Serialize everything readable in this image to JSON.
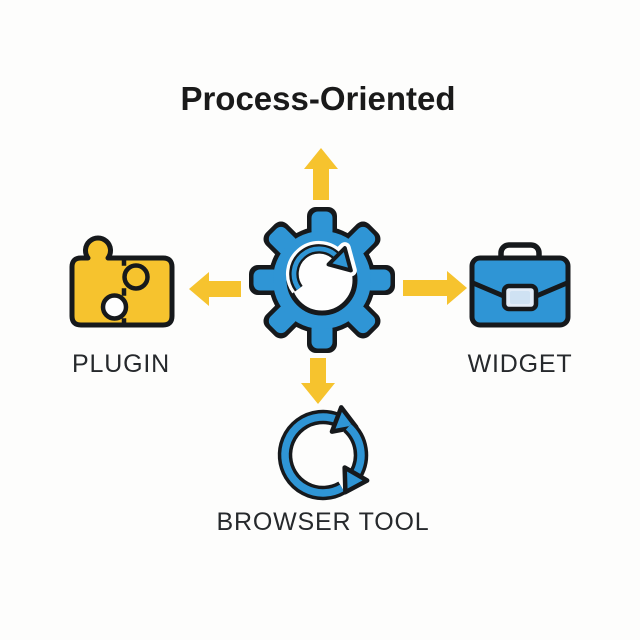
{
  "title": "Process-Oriented",
  "nodes": {
    "left": {
      "label": "PLUGIN",
      "icon": "puzzle-piece-icon"
    },
    "right": {
      "label": "WIDGET",
      "icon": "briefcase-icon"
    },
    "bottom": {
      "label": "BROWSER TOOL",
      "icon": "circular-refresh-icon"
    },
    "center": {
      "icon": "gear-with-rotation-arrow-icon"
    }
  },
  "arrows": [
    "up",
    "left",
    "right",
    "down"
  ],
  "colors": {
    "blue": "#2f95d5",
    "yellow": "#f6c32e",
    "outline": "#16191c",
    "title_text": "#1a1a1a",
    "label_text": "#26292c",
    "background": "#fdfdfc",
    "clasp_fill": "#e3edf8",
    "clasp_inner": "#cfe2f3",
    "white": "#fefefe"
  }
}
